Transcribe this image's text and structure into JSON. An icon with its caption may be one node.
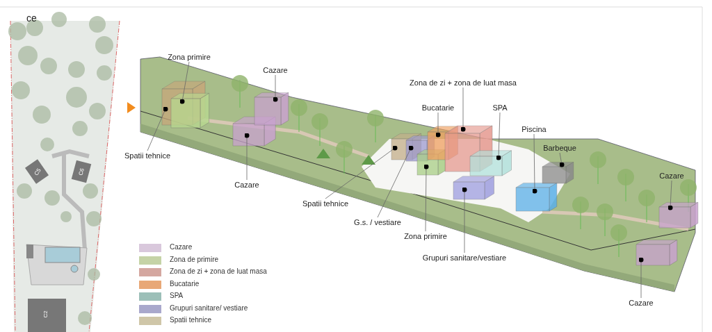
{
  "diagram": {
    "nodes": [
      {
        "text": [
          "Zona primire"
        ]
      },
      {
        "text": [
          "Cazare"
        ]
      },
      {
        "text": [
          "Zona de zi + zona de luat masa"
        ]
      },
      {
        "text": [
          "Bucatarie"
        ]
      },
      {
        "text": [
          "SPA"
        ]
      },
      {
        "text": [
          "Piscina"
        ]
      },
      {
        "text": [
          "Barbeque"
        ]
      },
      {
        "text": [
          "Spatii tehnice"
        ]
      },
      {
        "text": [
          "Cazare"
        ]
      },
      {
        "text": [
          "Cazare"
        ]
      },
      {
        "text": [
          "Spatii tehnice"
        ]
      },
      {
        "text": [
          "G.s. / vestiare"
        ]
      },
      {
        "text": [
          "Zona primire"
        ]
      },
      {
        "text": [
          "Grupuri sanitare/vestiare"
        ]
      },
      {
        "text": [
          "Cazare"
        ]
      },
      {
        "text": [],
        "shape": "box"
      },
      {
        "text": [],
        "shape": "box"
      },
      {
        "text": [],
        "shape": "box"
      },
      {
        "text": [],
        "shape": "box"
      },
      {
        "text": [],
        "shape": "box"
      },
      {
        "text": [],
        "shape": "box"
      },
      {
        "text": [],
        "shape": "box"
      },
      {
        "text": [],
        "shape": "box"
      },
      {
        "text": [],
        "shape": "box"
      },
      {
        "text": [],
        "shape": "box"
      },
      {
        "text": [],
        "shape": "box"
      },
      {
        "text": [],
        "shape": "box"
      },
      {
        "text": [],
        "shape": "box"
      },
      {
        "text": [],
        "shape": "box"
      },
      {
        "text": [],
        "shape": "box"
      }
    ],
    "edges": [
      {
        "from": 0,
        "to": 16,
        "arrow": "other"
      },
      {
        "from": 1,
        "to": 18,
        "arrow": "other"
      },
      {
        "from": 2,
        "to": 23,
        "arrow": "other"
      },
      {
        "from": 3,
        "to": 22,
        "arrow": "other"
      },
      {
        "from": 4,
        "to": 25,
        "arrow": "other"
      },
      {
        "from": 5,
        "to": 26,
        "arrow": "other"
      },
      {
        "from": 6,
        "to": 27,
        "arrow": "other"
      },
      {
        "from": 7,
        "to": 15,
        "arrow": "other"
      },
      {
        "from": 8,
        "to": 29,
        "arrow": "other"
      },
      {
        "from": 9,
        "to": 17,
        "arrow": "other"
      },
      {
        "from": 10,
        "to": 19,
        "arrow": "other"
      },
      {
        "from": 11,
        "to": 20,
        "arrow": "other"
      },
      {
        "from": 12,
        "to": 21,
        "arrow": "other"
      },
      {
        "from": 13,
        "to": 24,
        "arrow": "other"
      },
      {
        "from": 14,
        "to": 28,
        "arrow": "other"
      }
    ],
    "labels": [
      "ce",
      "C5",
      "C6",
      "C2"
    ],
    "legend": [
      {
        "text": "Cazare",
        "color": "#d9c8dc"
      },
      {
        "text": "Zona de primire",
        "color": "#c5d3a6"
      },
      {
        "text": "Zona de zi + zona de luat masa",
        "color": "#d4a7a0"
      },
      {
        "text": "Bucatarie",
        "color": "#e8a877"
      },
      {
        "text": "SPA",
        "color": "#9cbfb8"
      },
      {
        "text": "Grupuri sanitare/ vestiare",
        "color": "#a9a8cc"
      },
      {
        "text": "Spatii tehnice",
        "color": "#cfc6a8"
      }
    ]
  }
}
